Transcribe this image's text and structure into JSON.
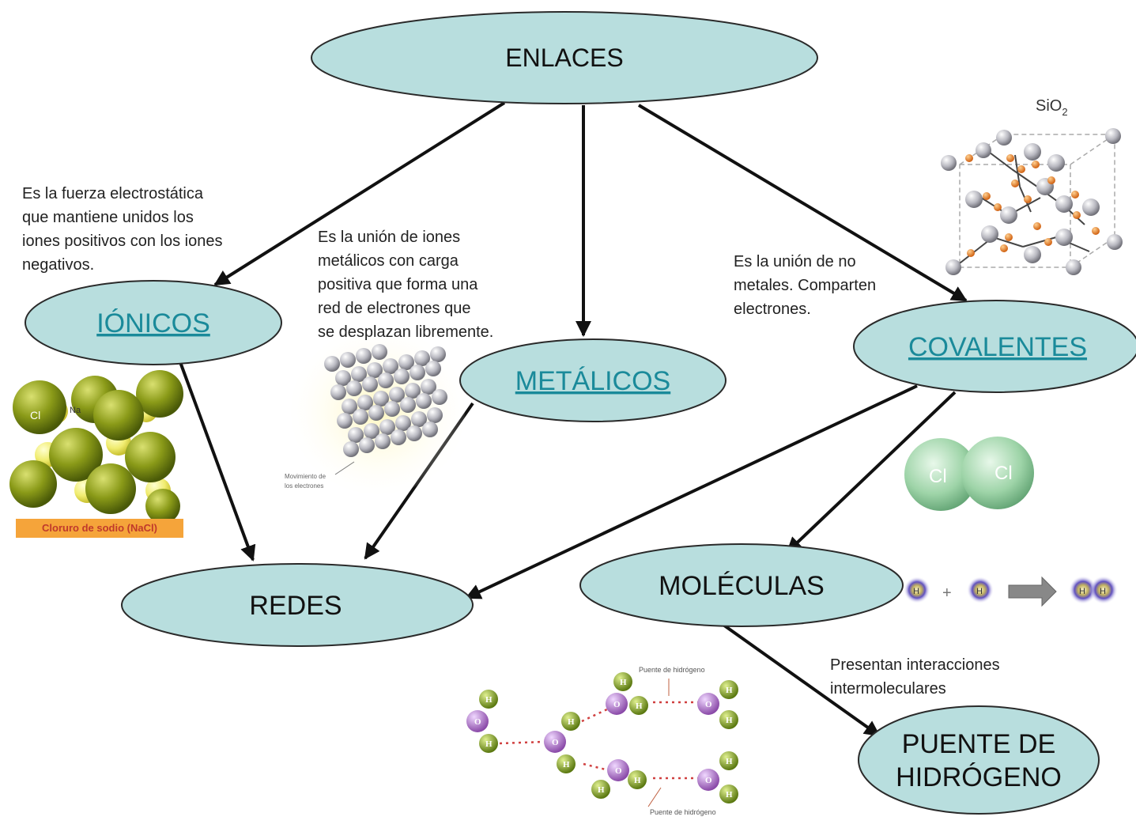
{
  "nodes": {
    "enlaces": "ENLACES",
    "ionicos": "IÓNICOS",
    "metalicos": "METÁLICOS",
    "covalentes": "COVALENTES",
    "redes": "REDES",
    "moleculas": "MOLÉCULAS",
    "puente_line1": "PUENTE DE",
    "puente_line2": "HIDRÓGENO"
  },
  "descriptions": {
    "ionicos": [
      "Es la fuerza electrostática",
      "que mantiene unidos los",
      "iones positivos con los iones",
      "negativos."
    ],
    "metalicos": [
      "Es la unión de iones",
      "metálicos con carga",
      "positiva que forma una",
      "red de electrones que",
      "se desplazan libremente."
    ],
    "covalentes": [
      "Es la unión de no",
      "metales. Comparten",
      "electrones."
    ],
    "moleculas": [
      "Presentan interacciones",
      "intermoleculares"
    ]
  },
  "illustrations": {
    "nacl_labels": {
      "cl": "Cl",
      "na": "Na",
      "caption": "Cloruro de sodio (NaCl)"
    },
    "metal_caption": [
      "Movimiento de",
      "los electrones"
    ],
    "sio2_label": "SiO",
    "sio2_subscript": "2",
    "cl2_labels": [
      "Cl",
      "Cl"
    ],
    "h2_reaction": {
      "atom": "H",
      "plus": "+"
    },
    "water": {
      "o": "O",
      "h": "H",
      "bridge_label": "Puente de hidrógeno"
    }
  },
  "colors": {
    "node_fill": "#b8dede",
    "node_stroke": "#2a2a2a",
    "link_text": "#1a8a9a",
    "nacl_green": "#8a9a18",
    "nacl_yellow": "#f0ec70",
    "water_o": "#b07ac8",
    "water_h": "#8aa82a",
    "cl2_green": "#9ed4a8"
  }
}
